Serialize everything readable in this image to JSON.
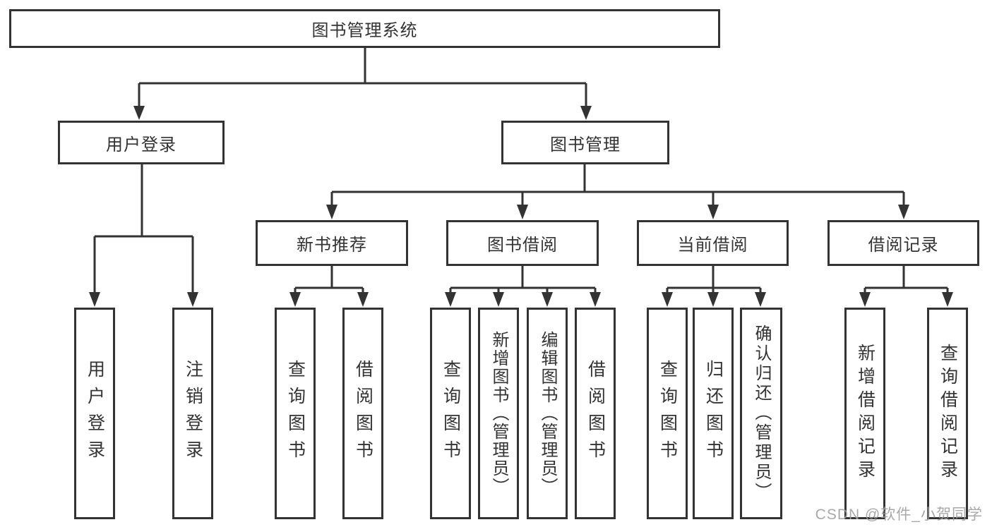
{
  "diagram_type": "hierarchy-tree",
  "colors": {
    "line": "#333333",
    "box_border": "#333333",
    "box_fill": "#ffffff",
    "text": "#333333",
    "watermark": "#9e9e9e"
  },
  "tree": {
    "root": "图书管理系统",
    "children": [
      {
        "label": "用户登录",
        "children": [
          "用户登录",
          "注销登录"
        ]
      },
      {
        "label": "图书管理",
        "children": [
          {
            "label": "新书推荐",
            "children": [
              "查询图书",
              "借阅图书"
            ]
          },
          {
            "label": "图书借阅",
            "children": [
              "查询图书",
              "新增图书（管理员）",
              "编辑图书（管理员）",
              "借阅图书"
            ]
          },
          {
            "label": "当前借阅",
            "children": [
              "查询图书",
              "归还图书",
              "确认归还（管理员）"
            ]
          },
          {
            "label": "借阅记录",
            "children": [
              "新增借阅记录",
              "查询借阅记录"
            ]
          }
        ]
      }
    ]
  },
  "watermark": "CSDN @软件_小贺同学"
}
